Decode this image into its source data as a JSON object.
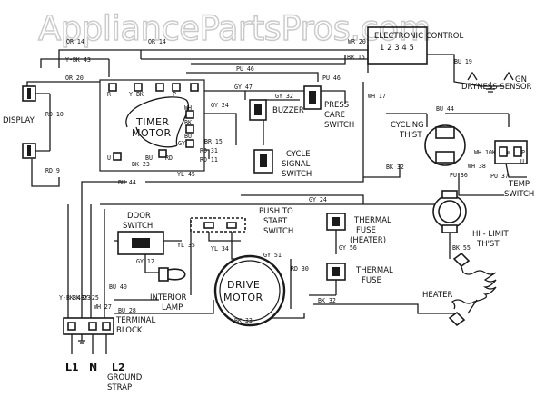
{
  "watermark": "AppliancePartsPros.com",
  "components": {
    "display": "DISPLAY",
    "timer_motor": [
      "TIMER",
      "MOTOR"
    ],
    "buzzer": "BUZZER",
    "press_care_switch": [
      "PRESS",
      "CARE",
      "SWITCH"
    ],
    "cycle_signal_switch": [
      "CYCLE",
      "SIGNAL",
      "SWITCH"
    ],
    "electronic_control": "ELECTRONIC CONTROL",
    "control_pins": "1 2 3 4 5",
    "dryness_sensor": "DRYNESS SENSOR",
    "gn": "GN",
    "cycling_thermostat": [
      "CYCLING",
      "TH'ST"
    ],
    "temp_switch": [
      "TEMP",
      "SWITCH"
    ],
    "door_switch": [
      "DOOR",
      "SWITCH"
    ],
    "push_to_start_switch": [
      "PUSH TO",
      "START",
      "SWITCH"
    ],
    "thermal_fuse_heater": [
      "THERMAL",
      "FUSE",
      "(HEATER)"
    ],
    "thermal_fuse": [
      "THERMAL",
      "FUSE"
    ],
    "hi_limit_thermostat": [
      "HI - LIMIT",
      "TH'ST"
    ],
    "interior_lamp": [
      "INTERIOR",
      "LAMP"
    ],
    "drive_motor": [
      "DRIVE",
      "MOTOR"
    ],
    "heater": "HEATER",
    "terminal_block": [
      "TERMINAL",
      "BLOCK"
    ],
    "ground_strap": [
      "GROUND",
      "STRAP"
    ],
    "l1": "L1",
    "n": "N",
    "l2": "L2"
  },
  "wires": {
    "y_bk_43": "Y-BK 43",
    "or_14a": "OR 14",
    "or_14b": "OR 14",
    "wr_20": "WR 20",
    "br_15a": "BR 15",
    "bu_19": "BU 19",
    "or_20": "OR 20",
    "rd_10": "RD 10",
    "rd_9": "RD 9",
    "pu_46a": "PU 46",
    "pu_46b": "PU 46",
    "gy_47": "GY 47",
    "gy_32": "GY 32",
    "gy_24a": "GY 24",
    "gy_24b": "GY 24",
    "wh_17": "WH 17",
    "bu_44a": "BU 44",
    "bu_44b": "BU 44",
    "br_15b": "BR 15",
    "rd_31": "RD 31",
    "rd_11": "RD 11",
    "yl_45": "YL 45",
    "bk_23": "BK 23",
    "bk_32a": "BK 32",
    "bk_32b": "BK 32",
    "pu_36": "PU 36",
    "pu_37": "PU 37",
    "wh_38": "WH 38",
    "gy_56": "GY 56",
    "yl_35": "YL 35",
    "gy_12": "GY 12",
    "yl_34": "YL 34",
    "gy_51": "GY 51",
    "rd_30": "RD 30",
    "bu_40": "BU 40",
    "bu_28": "BU 28",
    "bk_33": "BK 33",
    "gy_25": "GY 25",
    "bk_55": "BK 55",
    "wh_27": "WH 27",
    "y_bk_43b": "Y-BK 43",
    "bk_23b": "BK 23"
  },
  "terminals": {
    "timer_r": "R",
    "timer_ybk": "Y-BK",
    "timer_p": "P",
    "timer_u": "U",
    "wh": "WH",
    "bk": "BK",
    "bu": "BU",
    "rd": "RD",
    "gy": "GY",
    "bu2": "BU",
    "temp_wh": "WH",
    "temp_10": "10K",
    "temp_w": "W",
    "temp_p": "P",
    "temp_u": "U"
  }
}
